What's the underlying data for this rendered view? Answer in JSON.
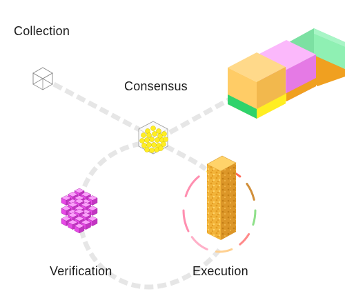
{
  "diagram": {
    "labels": {
      "collection": "Collection",
      "consensus": "Consensus",
      "verification": "Verification",
      "execution": "Execution"
    },
    "colors": {
      "path": "#e6e6e6",
      "block_orange": "#ffcc66",
      "block_orange_side": "#f2b84d",
      "block_pink": "#f58ff5",
      "block_pink_side": "#e57ae5",
      "block_green": "#8ff0b3",
      "block_green_side": "#7ce0a2",
      "stripe_green": "#2fd36b",
      "stripe_yellow": "#ffee22",
      "stripe_orange": "#f0a020",
      "consensus_yellow": "#ffee22",
      "verification_magenta": "#e64ae6",
      "execution_gold": "#f2b43a",
      "execution_ring": [
        "#ff8fb0",
        "#f7f07a",
        "#ff6a55",
        "#d18f3a",
        "#8fe08a",
        "#ff8a8a",
        "#ffd090",
        "#ffb0c8"
      ]
    },
    "icons": [
      "wireframe-cube-icon",
      "yellow-sphere-cluster-icon",
      "magenta-cube-cluster-icon",
      "execution-tower-icon",
      "block-chain-icon"
    ]
  }
}
